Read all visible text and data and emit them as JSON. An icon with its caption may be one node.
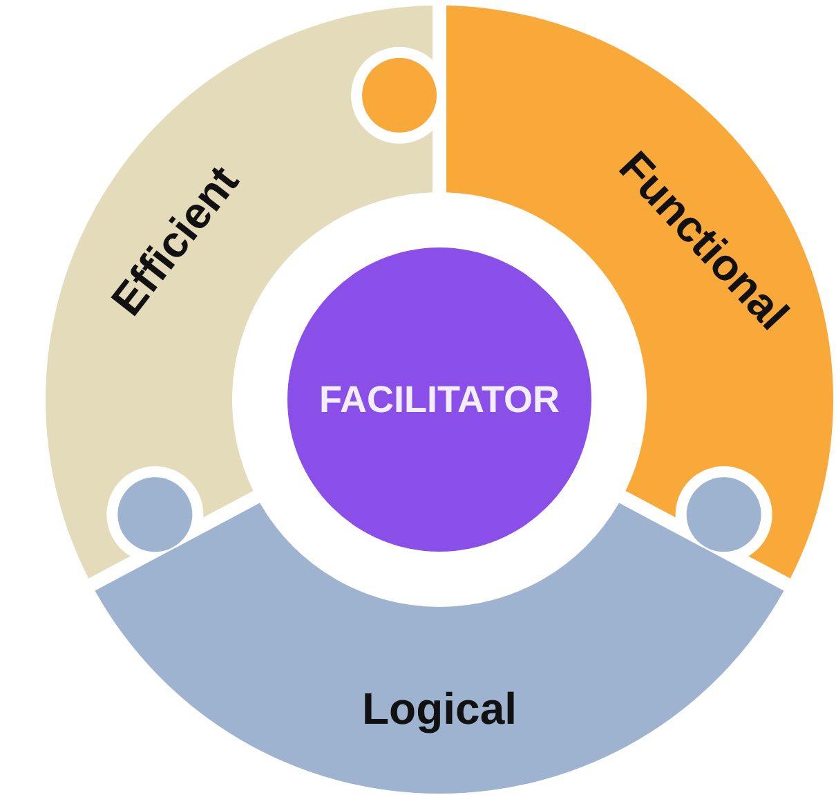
{
  "diagram": {
    "nodes": [
      {
        "text": [
          "FACILITATOR"
        ]
      },
      {
        "text": [
          "Functional"
        ]
      },
      {
        "text": [
          "Logical"
        ]
      },
      {
        "text": [
          "Efficient"
        ]
      }
    ]
  }
}
